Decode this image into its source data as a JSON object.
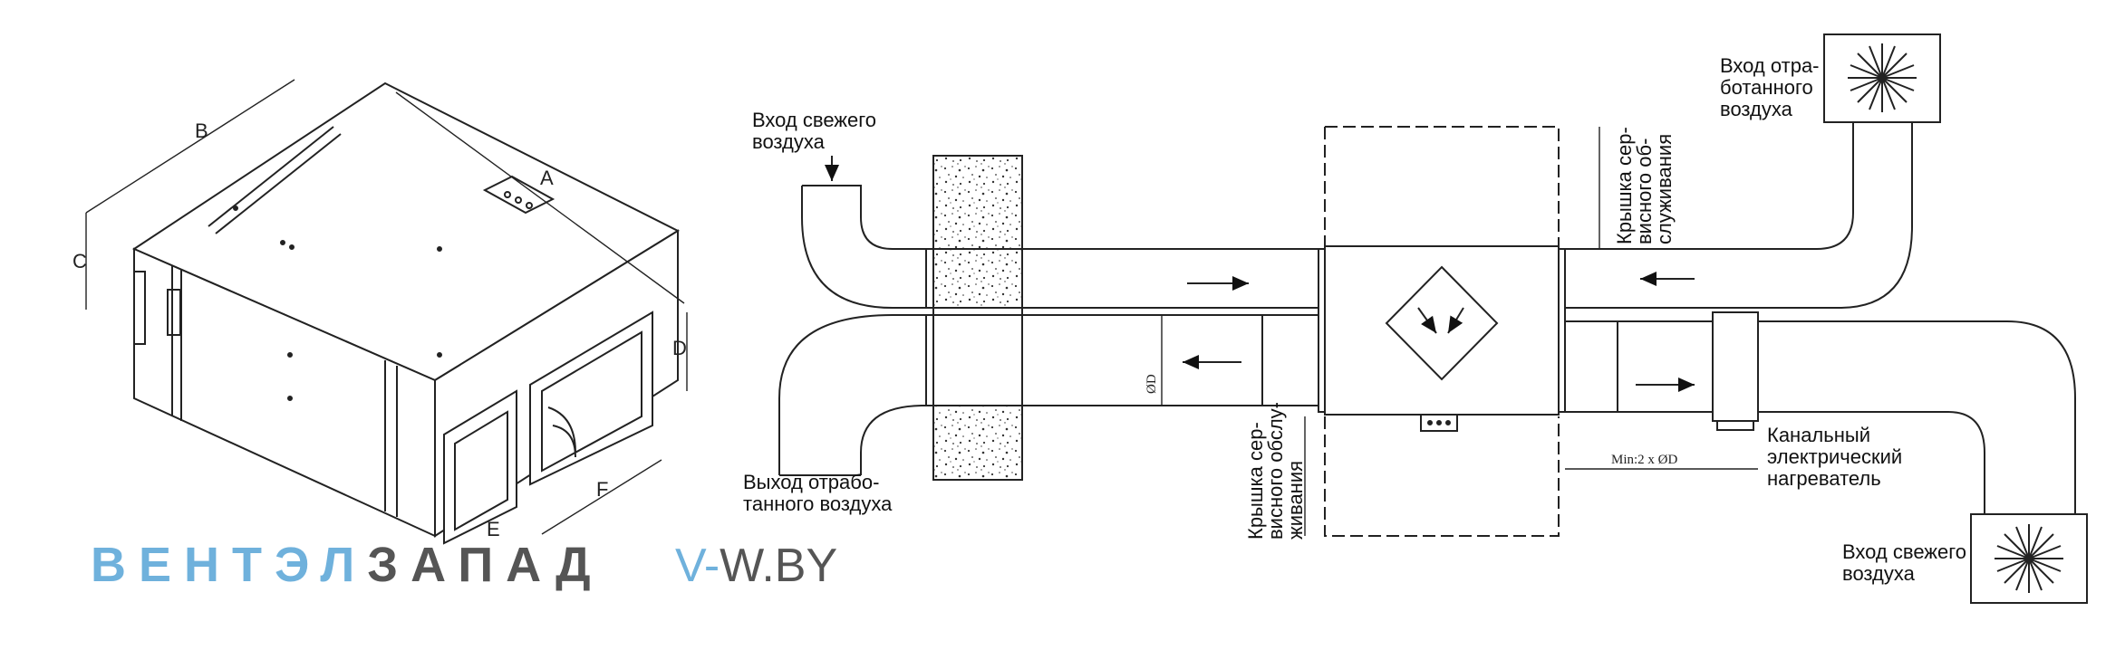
{
  "unit_view": {
    "dims": {
      "a": "A",
      "b": "B",
      "c": "C",
      "d": "D",
      "e": "E",
      "f": "F"
    }
  },
  "scheme": {
    "labels": {
      "fresh_in_left_1": "Вход свежего",
      "fresh_in_left_2": "воздуха",
      "exhaust_out_1": "Выход отрабо-",
      "exhaust_out_2": "танного воздуха",
      "exhaust_in_1": "Вход отра-",
      "exhaust_in_2": "ботанного",
      "exhaust_in_3": "воздуха",
      "service_top_1": "Крышка сер-",
      "service_top_2": "висного об-",
      "service_top_3": "служивания",
      "service_bottom_1": "Крышка сер-",
      "service_bottom_2": "висного обслу-",
      "service_bottom_3": "живания",
      "heater_1": "Канальный",
      "heater_2": "электрический",
      "heater_3": "нагреватель",
      "fresh_in_right_1": "Вход свежего",
      "fresh_in_right_2": "воздуха"
    },
    "dims": {
      "diameter": "ØD",
      "min_distance": "Min:2 x ØD"
    }
  },
  "watermark": {
    "brand_part1": "ВЕНТЭЛ",
    "brand_part2": "ЗАПАД",
    "url_prefix": "V-",
    "url_rest": "W.BY",
    "color_blue": "#6fb1dc",
    "color_gray": "#555555"
  }
}
